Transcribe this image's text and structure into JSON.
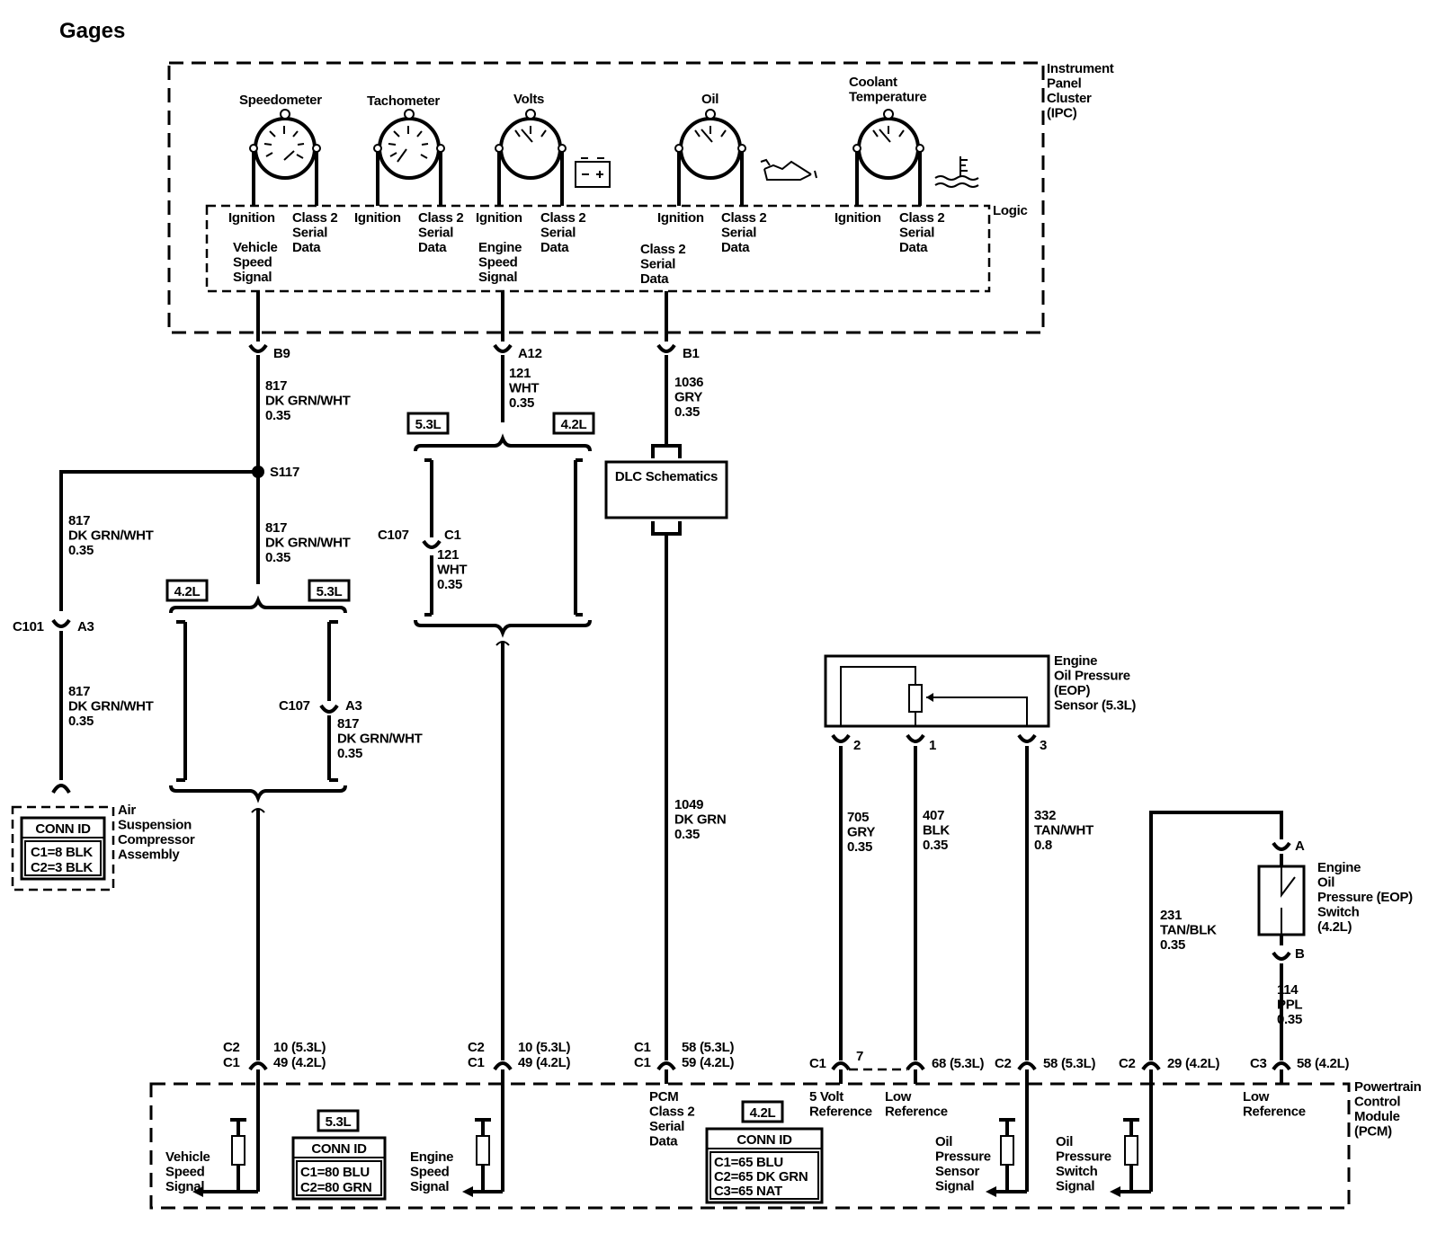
{
  "title": "Gages",
  "ipc": {
    "label_lines": [
      "Instrument",
      "Panel",
      "Cluster",
      "(IPC)"
    ],
    "logic_label": "Logic",
    "gauges": [
      {
        "name_lines": [
          "Speedometer"
        ],
        "left_lines": [
          "Ignition"
        ],
        "right_lines": [
          "Class 2",
          "Serial",
          "Data"
        ],
        "symbol": "none"
      },
      {
        "name_lines": [
          "Tachometer"
        ],
        "left_lines": [
          "Ignition"
        ],
        "right_lines": [
          "Class 2",
          "Serial",
          "Data"
        ],
        "symbol": "none"
      },
      {
        "name_lines": [
          "Volts"
        ],
        "left_lines": [
          "Ignition"
        ],
        "right_lines": [
          "Class 2",
          "Serial",
          "Data"
        ],
        "symbol": "battery-icon"
      },
      {
        "name_lines": [
          "Oil"
        ],
        "left_lines": [
          "Ignition"
        ],
        "right_lines": [
          "Class 2",
          "Serial",
          "Data"
        ],
        "symbol": "oil-can-icon"
      },
      {
        "name_lines": [
          "Coolant",
          "Temperature"
        ],
        "left_lines": [
          "Ignition"
        ],
        "right_lines": [
          "Class 2",
          "Serial",
          "Data"
        ],
        "symbol": "coolant-icon"
      }
    ],
    "signals": {
      "vehicle_speed": [
        "Vehicle",
        "Speed",
        "Signal"
      ],
      "engine_speed": [
        "Engine",
        "Speed",
        "Signal"
      ],
      "class2": [
        "Class 2",
        "Serial",
        "Data"
      ]
    }
  },
  "pins": {
    "b9": "B9",
    "a12": "A12",
    "b1": "B1",
    "c101_conn": "C101",
    "c101_pin": "A3",
    "c107a_conn": "C107",
    "c107a_pin": "A3",
    "c107b_conn": "C107",
    "c107b_pin": "C1",
    "eop_2": "2",
    "eop_1": "1",
    "eop_3": "3",
    "switch_a": "A",
    "switch_b": "B",
    "pcm_vss_conn": [
      "C2",
      "C1"
    ],
    "pcm_vss_pin": [
      "10 (5.3L)",
      "49 (4.2L)"
    ],
    "pcm_ess_conn": [
      "C2",
      "C1"
    ],
    "pcm_ess_pin": [
      "10 (5.3L)",
      "49 (4.2L)"
    ],
    "pcm_c2_conn": [
      "C1",
      "C1"
    ],
    "pcm_c2_pin": [
      "58 (5.3L)",
      "59 (4.2L)"
    ],
    "pcm_5v_conn": "C1",
    "pcm_5v_pin": "7",
    "pcm_lowref_pin": "68 (5.3L)",
    "pcm_ops_conn": "C2",
    "pcm_ops_pin": "58 (5.3L)",
    "pcm_osw_conn": "C2",
    "pcm_osw_pin": "29 (4.2L)",
    "pcm_lowref2_conn": "C3",
    "pcm_lowref2_pin": "58 (4.2L)"
  },
  "splice": "S117",
  "wires": {
    "w817_top": [
      "817",
      "DK GRN/WHT",
      "0.35"
    ],
    "w817_left": [
      "817",
      "DK GRN/WHT",
      "0.35"
    ],
    "w817_mid": [
      "817",
      "DK GRN/WHT",
      "0.35"
    ],
    "w817_low_left": [
      "817",
      "DK GRN/WHT",
      "0.35"
    ],
    "w817_c107": [
      "817",
      "DK GRN/WHT",
      "0.35"
    ],
    "w121_top": [
      "121",
      "WHT",
      "0.35"
    ],
    "w121_c107": [
      "121",
      "WHT",
      "0.35"
    ],
    "w1036": [
      "1036",
      "GRY",
      "0.35"
    ],
    "w1049": [
      "1049",
      "DK GRN",
      "0.35"
    ],
    "w705": [
      "705",
      "GRY",
      "0.35"
    ],
    "w407": [
      "407",
      "BLK",
      "0.35"
    ],
    "w332": [
      "332",
      "TAN/WHT",
      "0.8"
    ],
    "w231": [
      "231",
      "TAN/BLK",
      "0.35"
    ],
    "w114": [
      "114",
      "PPL",
      "0.35"
    ]
  },
  "engine_tags": {
    "a1_left": "5.3L",
    "a1_right": "4.2L",
    "b1_left": "4.2L",
    "b1_right": "5.3L",
    "pcm_conn1": "5.3L",
    "pcm_conn2": "4.2L"
  },
  "dlc": {
    "label": "DLC Schematics"
  },
  "air_suspension": {
    "conn_title": "CONN ID",
    "conn_rows": [
      "C1=8 BLK",
      "C2=3 BLK"
    ],
    "label_lines": [
      "Air",
      "Suspension",
      "Compressor",
      "Assembly"
    ]
  },
  "eop_sensor": {
    "label_lines": [
      "Engine",
      "Oil Pressure",
      "(EOP)",
      "Sensor (5.3L)"
    ]
  },
  "eop_switch": {
    "label_lines": [
      "Engine",
      "Oil",
      "Pressure (EOP)",
      "Switch",
      "(4.2L)"
    ]
  },
  "pcm": {
    "label_lines": [
      "Powertrain",
      "Control",
      "Module",
      "(PCM)"
    ],
    "conn_id_53": {
      "title": "CONN ID",
      "rows": [
        "C1=80 BLU",
        "C2=80 GRN"
      ]
    },
    "conn_id_42": {
      "title": "CONN ID",
      "rows": [
        "C1=65 BLU",
        "C2=65 DK GRN",
        "C3=65 NAT"
      ]
    },
    "vss": [
      "Vehicle",
      "Speed",
      "Signal"
    ],
    "ess": [
      "Engine",
      "Speed",
      "Signal"
    ],
    "class2": [
      "PCM",
      "Class 2",
      "Serial",
      "Data"
    ],
    "five_volt": [
      "5 Volt",
      "Reference"
    ],
    "low_ref": [
      "Low",
      "Reference"
    ],
    "ops": [
      "Oil",
      "Pressure",
      "Sensor",
      "Signal"
    ],
    "osw": [
      "Oil",
      "Pressure",
      "Switch",
      "Signal"
    ],
    "low_ref2": [
      "Low",
      "Reference"
    ]
  }
}
